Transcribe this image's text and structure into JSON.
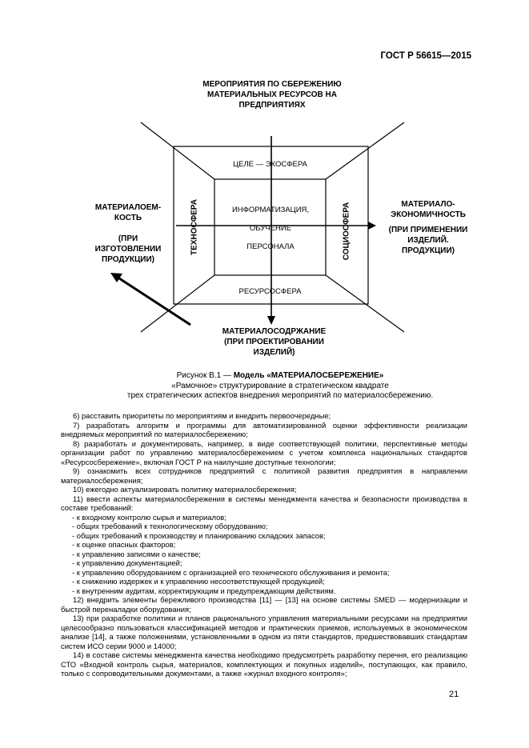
{
  "header": {
    "standard": "ГОСТ Р 56615—2015"
  },
  "diagram": {
    "top_title": [
      "МЕРОПРИЯТИЯ ПО СБЕРЕЖЕНИЮ",
      "МАТЕРИАЛЬНЫХ РЕСУРСОВ НА",
      "ПРЕДПРИЯТИЯХ"
    ],
    "left_label": [
      "МАТЕРИАЛОЕМ-",
      "КОСТЬ",
      "",
      "(ПРИ",
      "ИЗГОТОВЛЕНИИ",
      "ПРОДУКЦИИ)"
    ],
    "right_label": [
      "МАТЕРИАЛО-",
      "ЭКОНОМИЧНОСТЬ",
      "",
      "(ПРИ ПРИМЕНЕНИИ",
      "ИЗДЕЛИЙ.",
      "ПРОДУКЦИИ)"
    ],
    "bottom_label": [
      "МАТЕРИАЛОСОДРЖАНИЕ",
      "(ПРИ ПРОЕКТИРОВАНИИ",
      "ИЗДЕЛИЙ)"
    ],
    "sphere_top": "ЦЕЛЕ — ЭКОСФЕРА",
    "sphere_bottom": "РЕСУРСОСФЕРА",
    "sphere_left": "ТЕХНОСФЕРА",
    "sphere_right": "СОЦИОСФЕРА",
    "center": [
      "ИНФОРМАТИЗАЦИЯ,",
      "ОБУЧЕНИЕ",
      "ПЕРСОНАЛА"
    ]
  },
  "caption": {
    "prefix": "Рисунок В.1 — ",
    "title": "Модель «МАТЕРИАЛОСБЕРЕЖЕНИЕ»",
    "line2": "«Рамочное» структурирование в стратегическом квадрате",
    "line3": "трех стратегических аспектов внедрения мероприятий по материалосбережению."
  },
  "paragraphs": [
    {
      "type": "ind",
      "text": "6) расставить приоритеты по мероприятиям и внедрить первоочередные;"
    },
    {
      "type": "ind",
      "text": "7) разработать алгоритм и программы для автоматизированной оценки эффективности реализации внедряемых мероприятий по материалосбережению;"
    },
    {
      "type": "ind",
      "text": "8) разработать и документировать, например, в виде соответствующей политики, перспективные методы организации работ по управлению материалосбережением с учетом комплекса национальных стандартов «Ресурсосбережение», включая ГОСТ Р на наилучшие доступные технологии;"
    },
    {
      "type": "ind",
      "text": "9) ознакомить всех сотрудников предприятий с политикой развития предприятия в направлении материалосбережения;"
    },
    {
      "type": "ind",
      "text": "10) ежегодно актуализировать политику материалосбережения;"
    },
    {
      "type": "ind",
      "text": "11) ввести аспекты материалосбережения в системы менеджмента качества и безопасности производства в составе требований:"
    },
    {
      "type": "li",
      "text": "- к входному контролю сырья и материалов;"
    },
    {
      "type": "li",
      "text": "- общих требований к технологическому оборудованию;"
    },
    {
      "type": "li",
      "text": "- общих требований к производству и планированию складских запасов;"
    },
    {
      "type": "li",
      "text": "- к оценке опасных факторов;"
    },
    {
      "type": "li",
      "text": "- к управлению записями о качестве;"
    },
    {
      "type": "li",
      "text": "- к управлению документацией;"
    },
    {
      "type": "li",
      "text": "- к управлению оборудованием с организацией его технического обслуживания и ремонта;"
    },
    {
      "type": "li",
      "text": "- к снижению издержек и к управлению несоответствующей продукцией;"
    },
    {
      "type": "li",
      "text": "- к внутренним аудитам, корректирующим и предупреждающим действиям."
    },
    {
      "type": "ind",
      "text": "12) внедрить элементы бережливого производства [11] — [13] на основе системы SMED — модернизации и быстрой переналадки оборудования;"
    },
    {
      "type": "ind",
      "text": "13) при разработке политики и планов рационального управления материальными ресурсами на предприятии целесообразно пользоваться классификацией методов и практических приемов, используемых в экономическом анализе [14], а также положениями, установленными в одном из пяти стандартов, предшествовавших стандартам систем ИСО серии 9000 и 14000;"
    },
    {
      "type": "ind",
      "text": "14) в составе системы менеджмента качества необходимо предусмотреть разработку перечня, его реализацию СТО «Входной контроль сырья, материалов, комплектующих и покупных изделий», поступающих, как правило, только с сопроводительными документами, а также «журнал входного контроля»;"
    }
  ],
  "page_number": "21"
}
